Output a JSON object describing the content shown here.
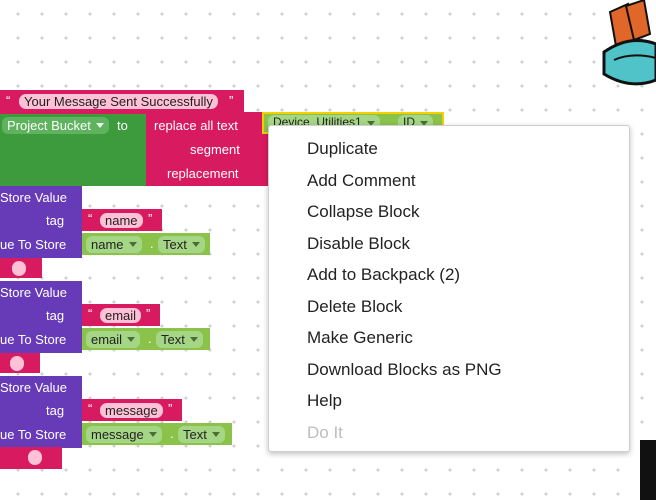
{
  "blocks": {
    "message_text": "Your Message Sent Successfully",
    "bucket_label": "Project Bucket",
    "to_label": "to",
    "replace_all_text": "replace all text",
    "device_dropdown": "Device_Utilities1",
    "id_dropdown": "ID",
    "segment_label": "segment",
    "replacement_label": "replacement",
    "store_value_label": "Store Value",
    "tag_label": "tag",
    "value_to_store_label": "ue To Store",
    "text_label": "Text",
    "dot": ".",
    "groups": [
      {
        "tag": "name",
        "component": "name"
      },
      {
        "tag": "email",
        "component": "email"
      },
      {
        "tag": "message",
        "component": "message"
      }
    ]
  },
  "context_menu": {
    "items": [
      {
        "label": "Duplicate",
        "enabled": true
      },
      {
        "label": "Add Comment",
        "enabled": true
      },
      {
        "label": "Collapse Block",
        "enabled": true
      },
      {
        "label": "Disable Block",
        "enabled": true
      },
      {
        "label": "Add to Backpack (2)",
        "enabled": true
      },
      {
        "label": "Delete Block",
        "enabled": true
      },
      {
        "label": "Make Generic",
        "enabled": true
      },
      {
        "label": "Download Blocks as PNG",
        "enabled": true
      },
      {
        "label": "Help",
        "enabled": true
      },
      {
        "label": "Do It",
        "enabled": false
      }
    ]
  },
  "colors": {
    "text_block": "#d81b60",
    "bucket_block": "#3d9a3d",
    "store_block": "#673ab7",
    "component_block": "#8bc34a"
  }
}
